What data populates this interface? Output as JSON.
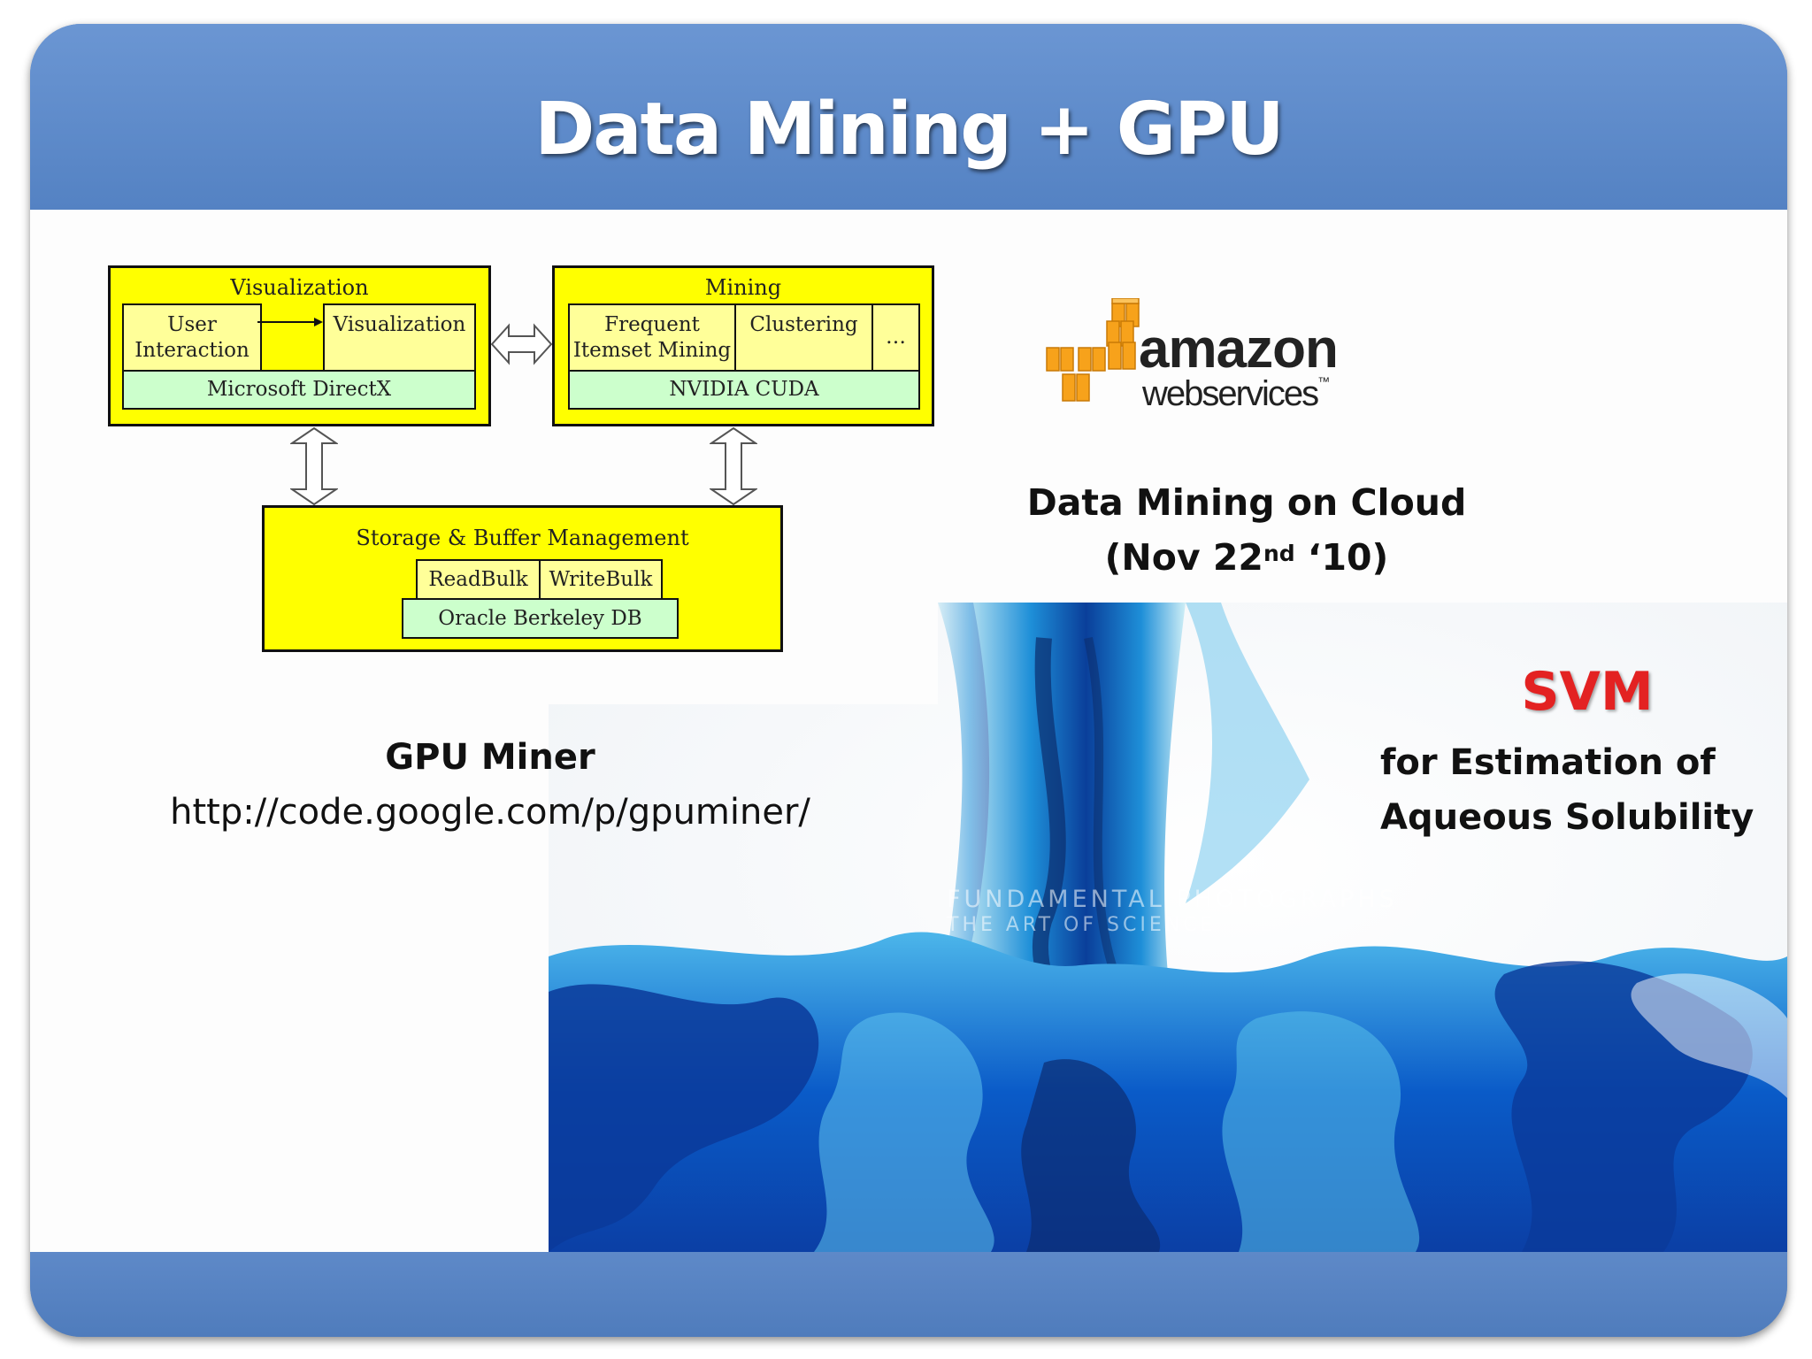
{
  "slide": {
    "title": "Data Mining + GPU"
  },
  "diagram": {
    "visualization": {
      "title": "Visualization",
      "user_interaction": "User Interaction",
      "visualization_cell": "Visualization",
      "directx": "Microsoft DirectX"
    },
    "mining": {
      "title": "Mining",
      "frequent": "Frequent Itemset Mining",
      "clustering": "Clustering",
      "more": "…",
      "cuda": "NVIDIA CUDA"
    },
    "storage": {
      "title": "Storage & Buffer Management",
      "readbulk": "ReadBulk",
      "writebulk": "WriteBulk",
      "oracle": "Oracle Berkeley DB"
    }
  },
  "aws": {
    "word": "amazon",
    "sub": "webservices",
    "tm": "™"
  },
  "cloud": {
    "line1": "Data Mining on Cloud",
    "line2_pre": "(Nov 22",
    "line2_sup": "nd",
    "line2_post": " ‘10)"
  },
  "gpuminer": {
    "title": "GPU Miner",
    "url": "http://code.google.com/p/gpuminer/"
  },
  "svm": {
    "title": "SVM",
    "line1": "for Estimation of",
    "line2": "Aqueous Solubility"
  },
  "watermark": {
    "line1": "FUNDAMENTAL PHOTOGRAPHS",
    "line2": "THE ART OF SCIENCE"
  },
  "colors": {
    "header": "#5a86c6",
    "diagram_yellow": "#ffff00",
    "cell_yellow": "#ffff99",
    "cell_green": "#ccffcc",
    "svm_red": "#e32222",
    "ink_blue": "#0a5bc8",
    "aws_orange": "#f7a21b"
  }
}
